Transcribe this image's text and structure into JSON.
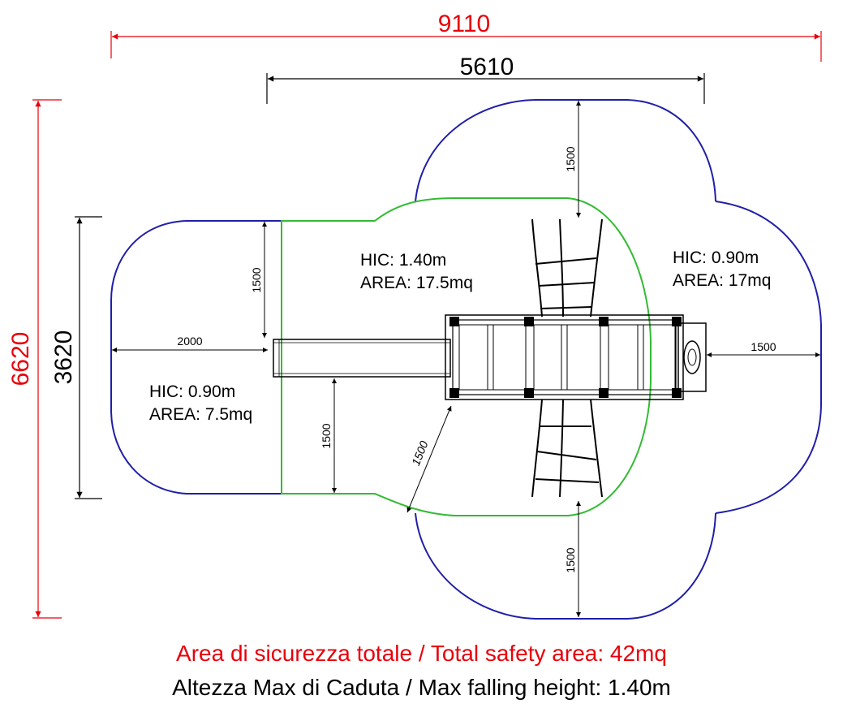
{
  "colors": {
    "red": "#e8000b",
    "blue": "#1f1fa8",
    "green": "#33bb33",
    "black": "#000000"
  },
  "dimensions": {
    "total_width": "9110",
    "structure_width": "5610",
    "total_height": "6620",
    "inner_height": "3620",
    "top_margin": "1500",
    "left_upper_margin": "1500",
    "left_reach": "2000",
    "left_lower_margin": "1500",
    "diagonal_margin": "1500",
    "right_margin": "1500",
    "bottom_margin": "1500"
  },
  "zones": {
    "left": {
      "hic": "HIC: 0.90m",
      "area": "AREA: 7.5mq"
    },
    "center": {
      "hic": "HIC: 1.40m",
      "area": "AREA: 17.5mq"
    },
    "right": {
      "hic": "HIC: 0.90m",
      "area": "AREA: 17mq"
    }
  },
  "captions": {
    "total_area": "Area di sicurezza totale / Total safety area: 42mq",
    "max_height": "Altezza Max di Caduta / Max falling height: 1.40m"
  }
}
